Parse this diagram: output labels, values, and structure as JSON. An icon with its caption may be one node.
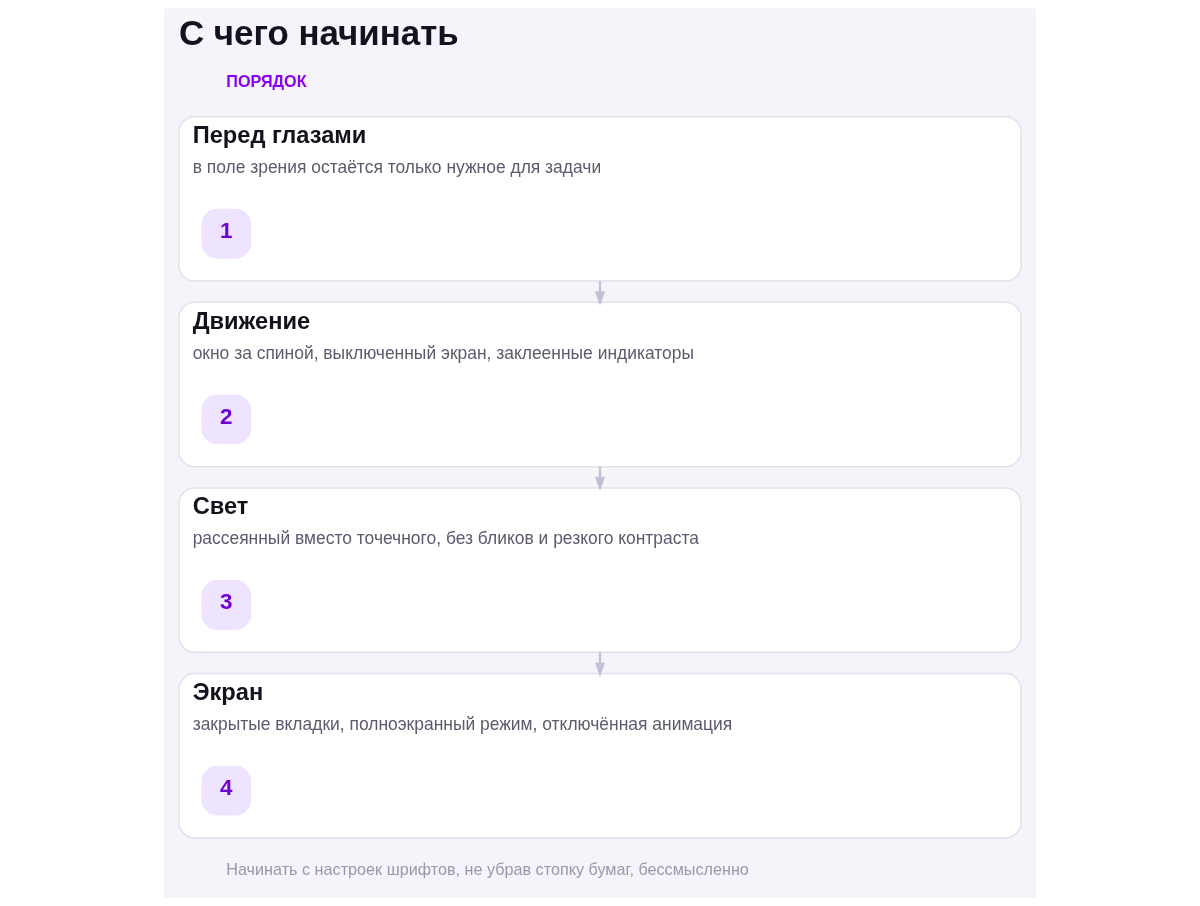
{
  "diagram": {
    "title": "С чего начинать",
    "nodes": [
      {
        "text": [
          "Перед глазами",
          "в поле зрения остаётся только нужное для задачи"
        ]
      },
      {
        "text": [
          "1"
        ],
        "in": 0
      },
      {
        "text": [
          "Движение",
          "окно за спиной, выключенный экран, заклеенные индикаторы"
        ]
      },
      {
        "text": [
          "2"
        ],
        "in": 2
      },
      {
        "text": [
          "Свет",
          "рассеянный вместо точечного, без бликов и резкого контраста"
        ]
      },
      {
        "text": [
          "3"
        ],
        "in": 4
      },
      {
        "text": [
          "Экран",
          "закрытые вкладки, полноэкранный режим, отключённая анимация"
        ]
      },
      {
        "text": [
          "4"
        ],
        "in": 6
      }
    ],
    "edges": [
      {
        "from": 0,
        "to": 2,
        "arrow": "to"
      },
      {
        "from": 2,
        "to": 4,
        "arrow": "to"
      },
      {
        "from": 4,
        "to": 6,
        "arrow": "to"
      }
    ],
    "labels": [
      "ПОРЯДОК",
      "Начинать с настроек шрифтов, не убрав стопку бумаг, бессмысленно"
    ]
  }
}
